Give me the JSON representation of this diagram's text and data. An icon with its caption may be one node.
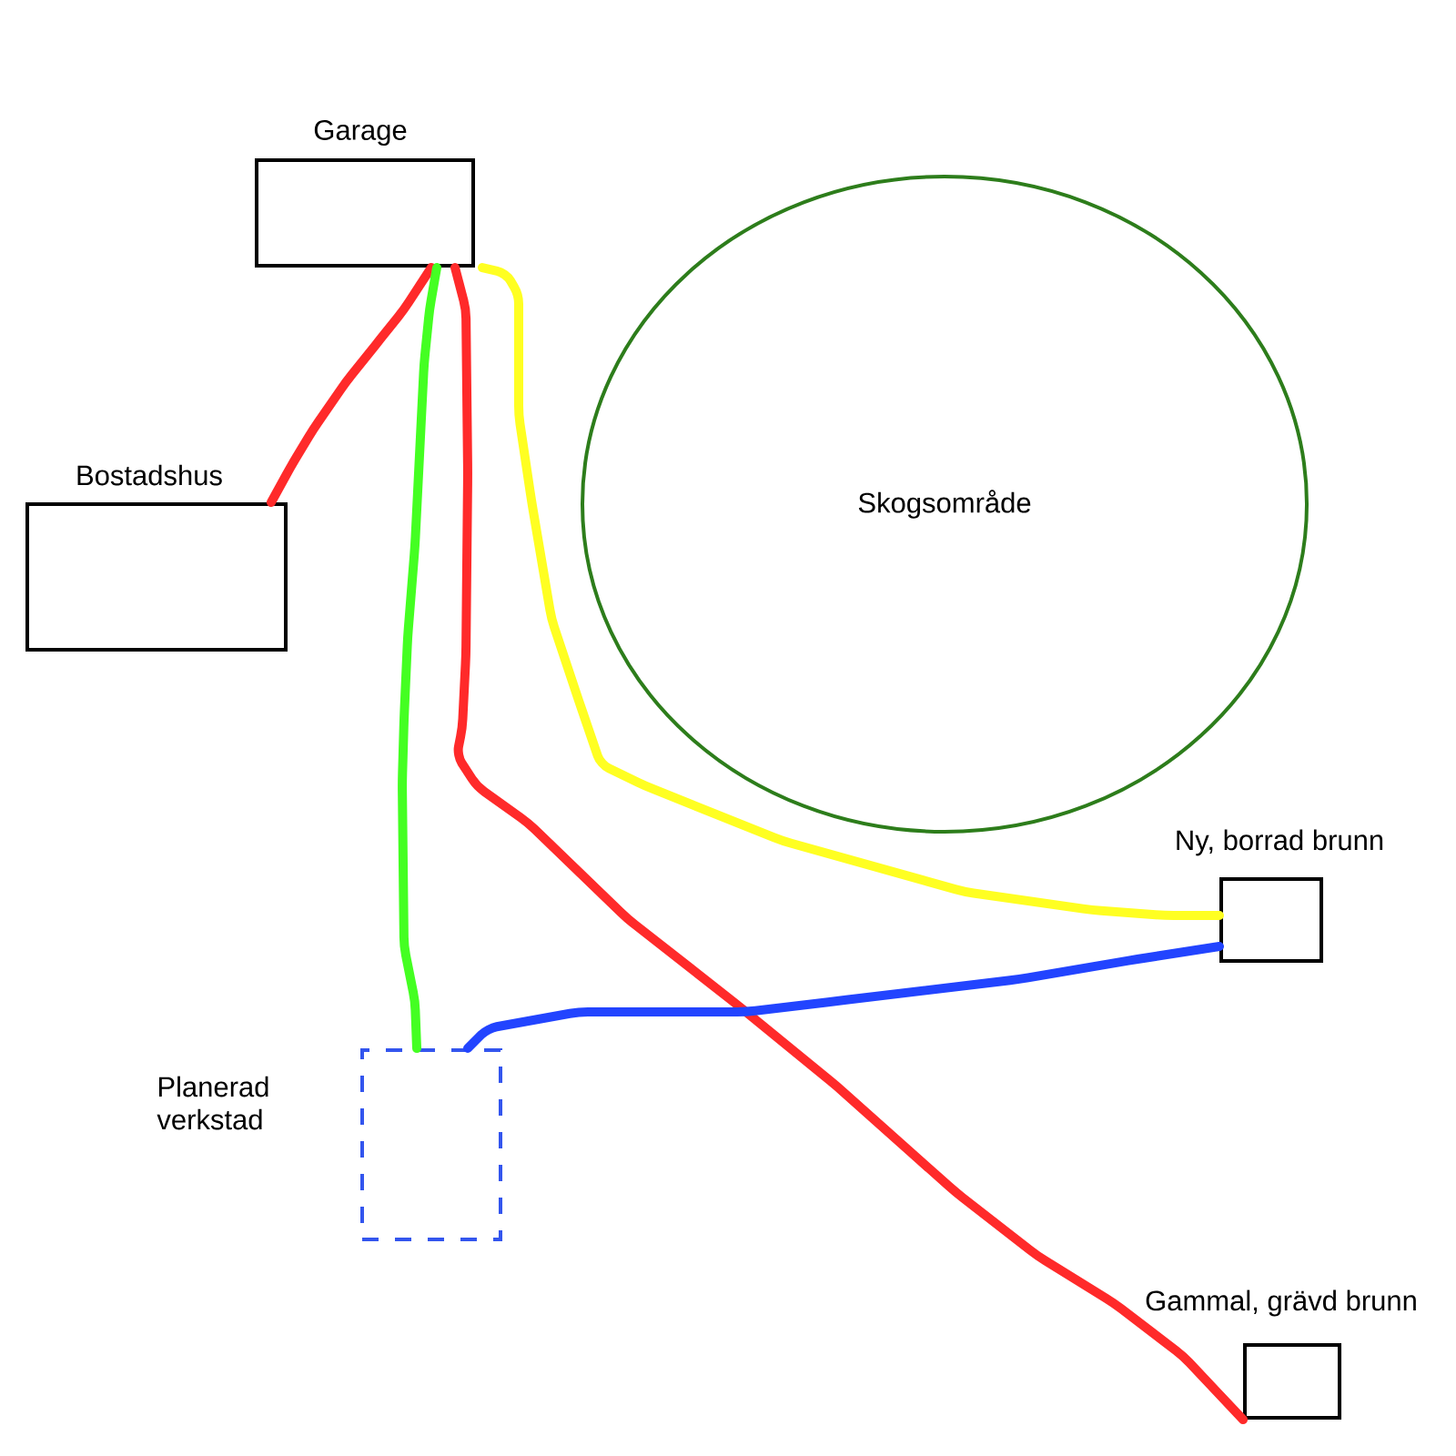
{
  "diagram": {
    "nodes": [
      {
        "text": [
          "Garage"
        ]
      },
      {
        "text": [
          "Bostadshus"
        ]
      },
      {
        "text": [
          "Skogsområde"
        ]
      },
      {
        "text": [
          "Ny, borrad brunn"
        ]
      },
      {
        "text": [
          "Planerad verkstad"
        ]
      },
      {
        "text": [
          "Gammal, grävd brunn"
        ]
      }
    ],
    "edges": [
      {
        "from": 0,
        "to": 1,
        "arrow": "none",
        "color": "#ff2a2a"
      },
      {
        "from": 0,
        "to": 4,
        "arrow": "none",
        "color": "#44ff22"
      },
      {
        "from": 0,
        "to": 5,
        "arrow": "none",
        "color": "#ff2a2a"
      },
      {
        "from": 0,
        "to": 3,
        "arrow": "none",
        "color": "#ffff22"
      },
      {
        "from": 4,
        "to": 3,
        "arrow": "none",
        "color": "#2244ff"
      }
    ]
  }
}
